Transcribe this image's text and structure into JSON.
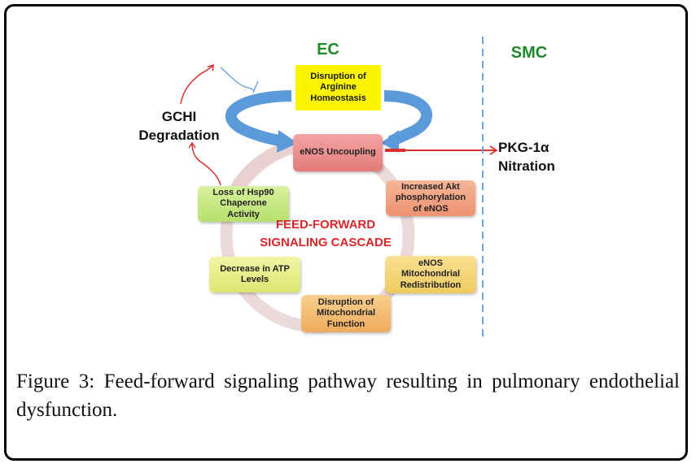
{
  "diagram": {
    "regions": {
      "ec": "EC",
      "smc": "SMC"
    },
    "top_box": {
      "lines": [
        "Disruption of",
        "Arginine",
        "Homeostasis"
      ],
      "color": "#fbf500"
    },
    "gchi": {
      "line1": "GCHI",
      "line2": "Degradation"
    },
    "pkg": {
      "line1": "PKG-1α",
      "line2": "Nitration"
    },
    "center_title": {
      "line1": "FEED-FORWARD",
      "line2": "SIGNALING CASCADE",
      "color": "#d8272b"
    },
    "cycle_nodes": [
      {
        "id": "enos-uncoupling",
        "lines": [
          "eNOS Uncoupling"
        ],
        "color": "#ee8a8a"
      },
      {
        "id": "akt",
        "lines": [
          "Increased Akt",
          "phosphorylation",
          "of eNOS"
        ],
        "color": "#f2a07c"
      },
      {
        "id": "mito-redistribution",
        "lines": [
          "eNOS",
          "Mitochondrial",
          "Redistribution"
        ],
        "color": "#f5d67a"
      },
      {
        "id": "mito-function",
        "lines": [
          "Disruption of",
          "Mitochondrial",
          "Function"
        ],
        "color": "#f5be74"
      },
      {
        "id": "atp",
        "lines": [
          "Decrease in ATP",
          "Levels"
        ],
        "color": "#ecef8a"
      },
      {
        "id": "hsp90",
        "lines": [
          "Loss of Hsp90",
          "Chaperone",
          "Activity"
        ],
        "color": "#c9ea86"
      }
    ],
    "colors": {
      "blue_arrow": "#5b9bdc",
      "red_arrow": "#d9302c",
      "cycle_ring": "#ecd9d9",
      "divider": "#6aa5e0"
    }
  },
  "caption": {
    "label": "Figure 3:",
    "text": " Feed-forward signaling pathway resulting in pulmonary endothelial dysfunction."
  }
}
